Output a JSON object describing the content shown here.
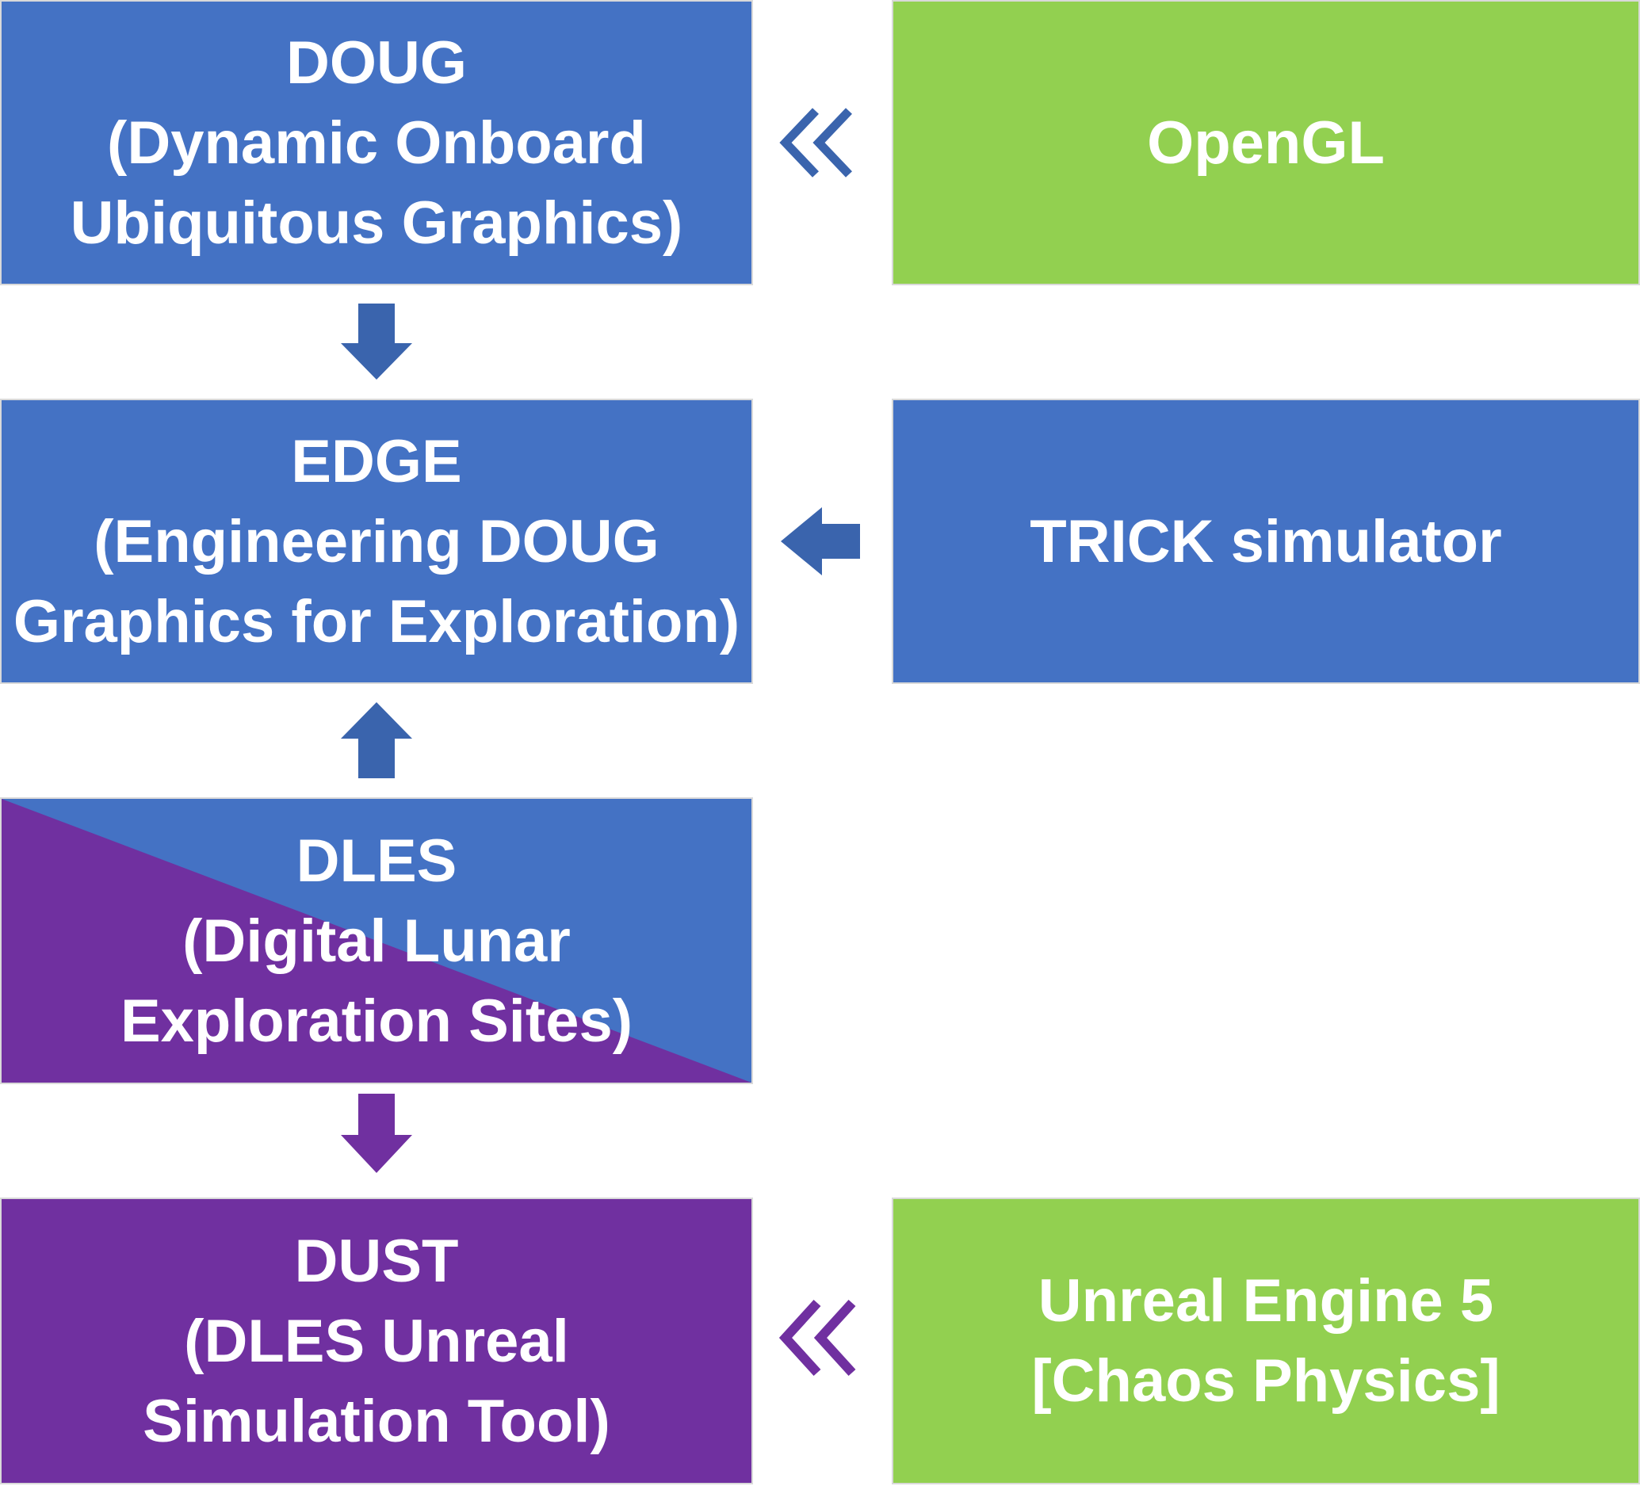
{
  "colors": {
    "blue": "#4472c4",
    "green": "#92d050",
    "purple": "#7030a0",
    "arrow_blue": "#3a64ad",
    "arrow_purple": "#7030a0"
  },
  "boxes": {
    "doug": {
      "lines": [
        "DOUG",
        "(Dynamic Onboard",
        "Ubiquitous Graphics)"
      ]
    },
    "opengl": {
      "lines": [
        "OpenGL"
      ]
    },
    "edge": {
      "lines": [
        "EDGE",
        "(Engineering DOUG",
        "Graphics for Exploration)"
      ]
    },
    "trick": {
      "lines": [
        "TRICK simulator"
      ]
    },
    "dles": {
      "lines": [
        "DLES",
        "(Digital Lunar",
        "Exploration Sites)"
      ]
    },
    "dust": {
      "lines": [
        "DUST",
        "(DLES Unreal",
        "Simulation Tool)"
      ]
    },
    "unreal": {
      "lines": [
        "Unreal Engine 5",
        "[Chaos Physics]"
      ]
    }
  },
  "arrows": [
    {
      "name": "doug-to-edge-arrow",
      "from": "doug",
      "to": "edge",
      "style": "block-down",
      "color": "arrow_blue"
    },
    {
      "name": "dles-to-edge-arrow",
      "from": "dles",
      "to": "edge",
      "style": "block-up",
      "color": "arrow_blue"
    },
    {
      "name": "dles-to-dust-arrow",
      "from": "dles",
      "to": "dust",
      "style": "block-down",
      "color": "arrow_purple"
    },
    {
      "name": "trick-to-edge-arrow",
      "from": "trick",
      "to": "edge",
      "style": "block-left",
      "color": "arrow_blue"
    },
    {
      "name": "opengl-to-doug-chevron",
      "from": "opengl",
      "to": "doug",
      "style": "double-chevron-left",
      "color": "arrow_blue"
    },
    {
      "name": "unreal-to-dust-chevron",
      "from": "unreal",
      "to": "dust",
      "style": "double-chevron-left",
      "color": "arrow_purple"
    }
  ]
}
